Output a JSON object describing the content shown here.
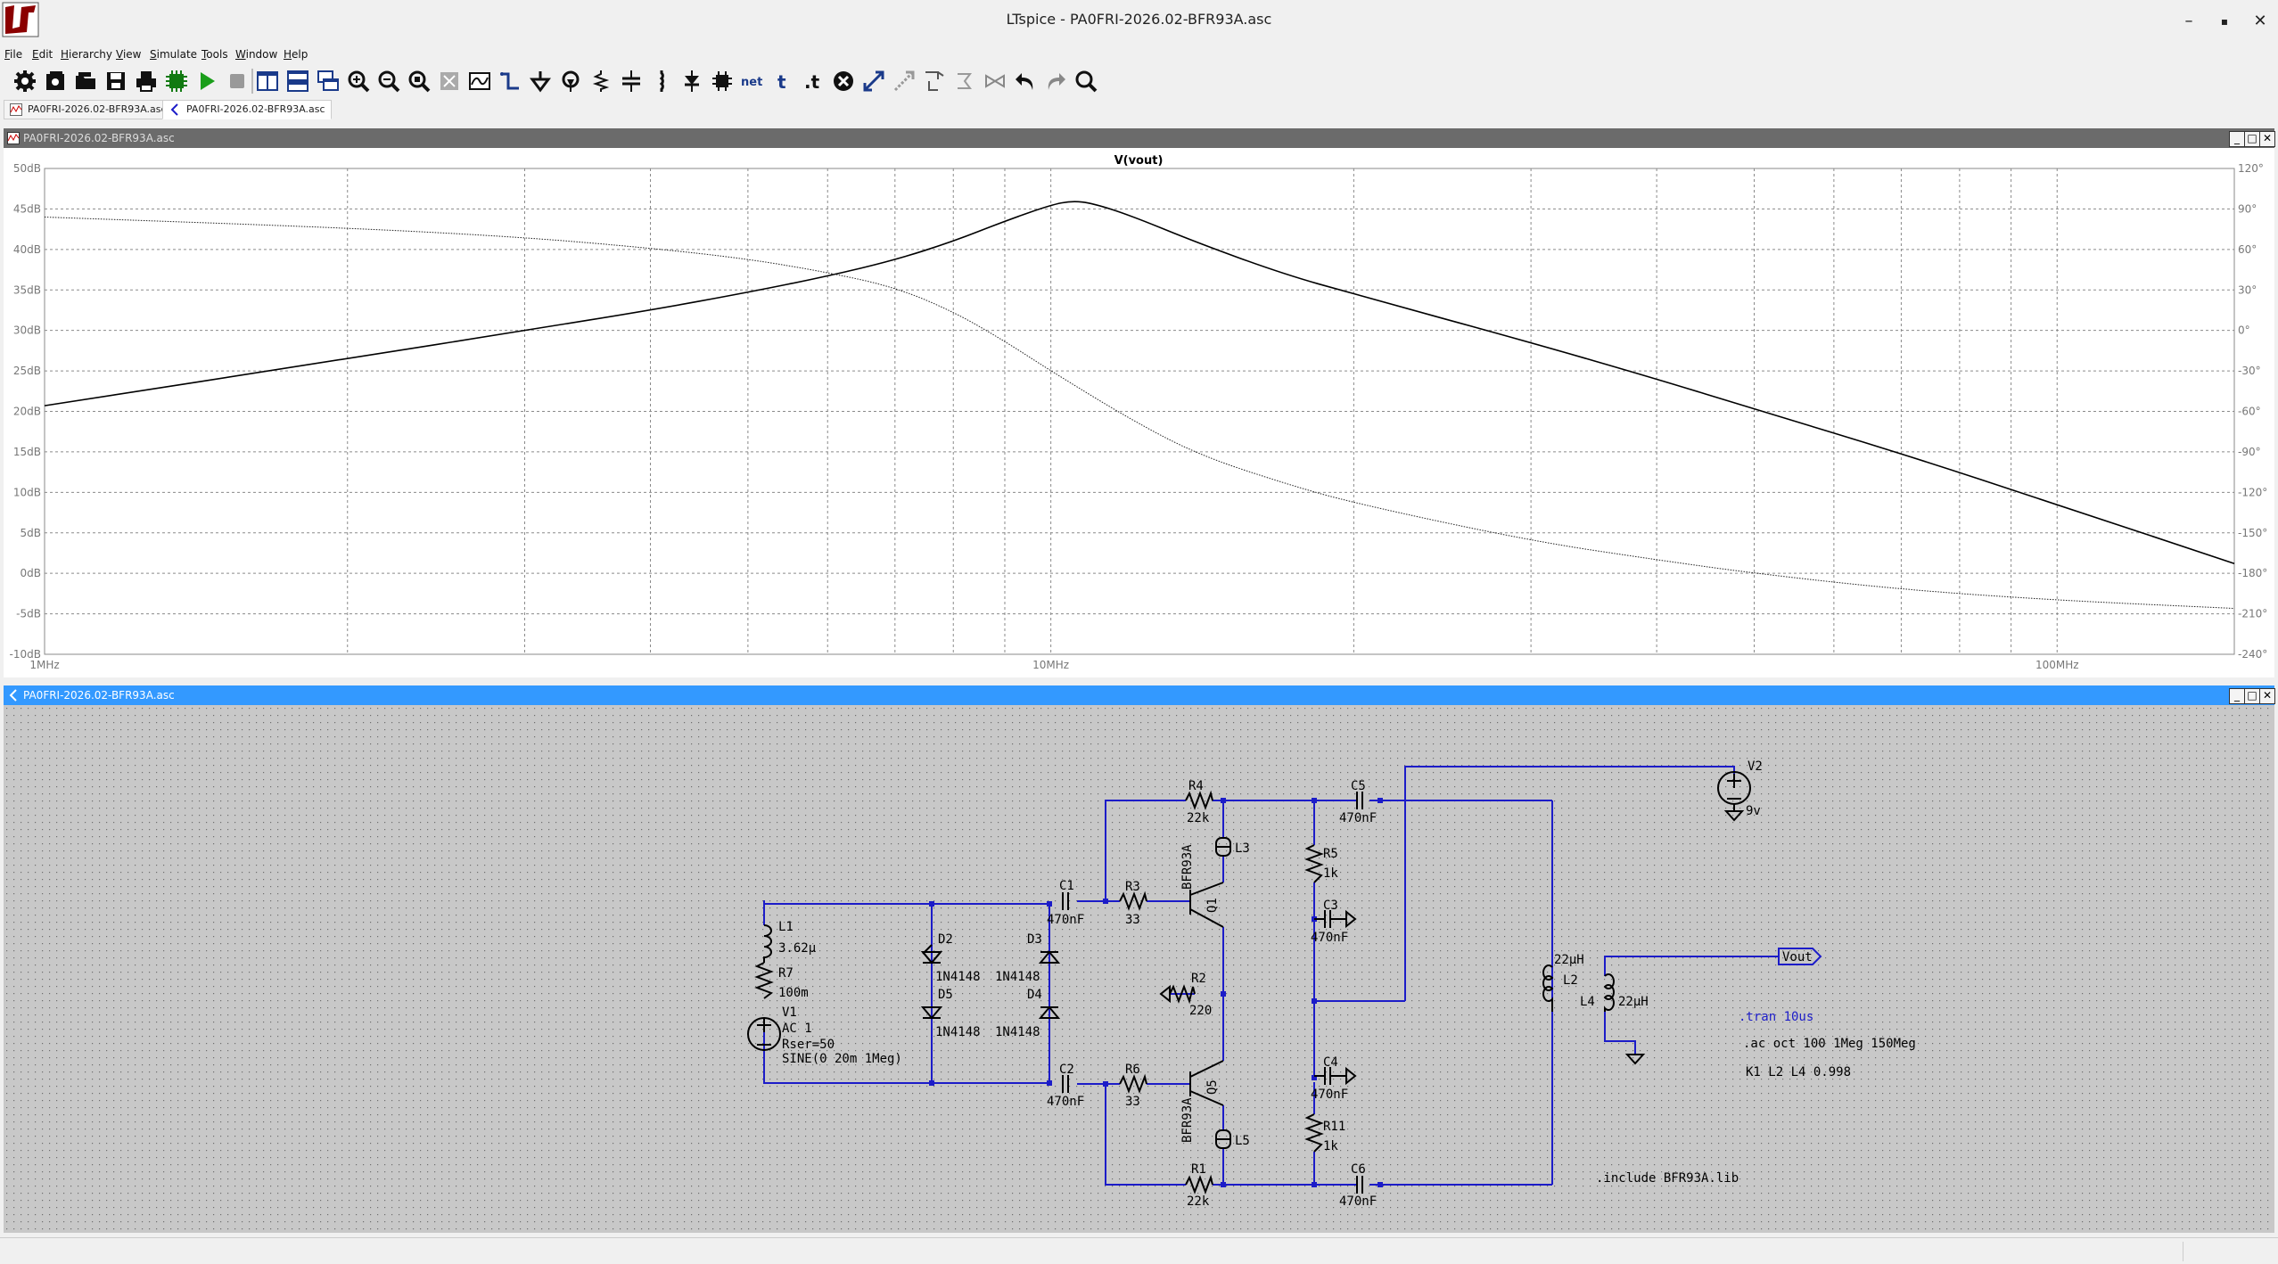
{
  "window": {
    "title": "LTspice - PA0FRI-2026.02-BFR93A.asc",
    "minimize": "–",
    "maximize": "▪",
    "close": "✕"
  },
  "menu": [
    "File",
    "Edit",
    "Hierarchy",
    "View",
    "Simulate",
    "Tools",
    "Window",
    "Help"
  ],
  "toolbar_icons": [
    "control-panel",
    "new-schematic",
    "open",
    "save",
    "print",
    "print-preview",
    "run",
    "halt",
    "tile-vertical",
    "tile-horizontal",
    "cascade",
    "zoom-in",
    "zoom-out",
    "zoom-fit",
    "zoom-full",
    "autoscale",
    "wire",
    "ground",
    "label-net",
    "resistor",
    "capacitor",
    "inductor",
    "diode",
    "component",
    "net",
    "text",
    "spice-directive",
    "delete",
    "duplicate",
    "move",
    "drag",
    "mirror",
    "undo",
    "redo",
    "find"
  ],
  "tabs": [
    {
      "label": "PA0FRI-2026.02-BFR93A.asc",
      "kind": "waveform"
    },
    {
      "label": "PA0FRI-2026.02-BFR93A.asc",
      "kind": "schematic"
    }
  ],
  "waveform_panel": {
    "title": "PA0FRI-2026.02-BFR93A.asc",
    "trace_label": "V(vout)"
  },
  "schematic_panel": {
    "title": "PA0FRI-2026.02-BFR93A.asc"
  },
  "chart_data": {
    "type": "line",
    "title": "V(vout)",
    "x_scale": "log",
    "x_range_hz": [
      1000000,
      150000000
    ],
    "x_tick_labels": [
      "1MHz",
      "10MHz",
      "100MHz"
    ],
    "x_ticks_hz": [
      1000000,
      10000000,
      100000000
    ],
    "y_left_range_db": [
      -10,
      50
    ],
    "y_left_tick_labels": [
      "50dB",
      "45dB",
      "40dB",
      "35dB",
      "30dB",
      "25dB",
      "20dB",
      "15dB",
      "10dB",
      "5dB",
      "0dB",
      "-5dB",
      "-10dB"
    ],
    "y_right_range_deg": [
      -240,
      120
    ],
    "y_right_tick_labels": [
      "120°",
      "90°",
      "60°",
      "30°",
      "0°",
      "-30°",
      "-60°",
      "-90°",
      "-120°",
      "-150°",
      "-180°",
      "-210°",
      "-240°"
    ],
    "grid": true,
    "series": [
      {
        "axis": "left",
        "style": "solid",
        "points_hz_db": [
          [
            1000000,
            20.7
          ],
          [
            2000000,
            26.5
          ],
          [
            3000000,
            30.0
          ],
          [
            4000000,
            32.5
          ],
          [
            5000000,
            34.7
          ],
          [
            6000000,
            36.7
          ],
          [
            7000000,
            38.7
          ],
          [
            8000000,
            41.0
          ],
          [
            9000000,
            43.5
          ],
          [
            10000000,
            45.5
          ],
          [
            10500000,
            46.0
          ],
          [
            11000000,
            45.7
          ],
          [
            12000000,
            44.2
          ],
          [
            14000000,
            40.8
          ],
          [
            17000000,
            37.0
          ],
          [
            20000000,
            34.5
          ],
          [
            30000000,
            28.5
          ],
          [
            40000000,
            24.0
          ],
          [
            50000000,
            20.3
          ],
          [
            70000000,
            14.8
          ],
          [
            100000000,
            8.5
          ],
          [
            150000000,
            1.2
          ]
        ]
      },
      {
        "axis": "right",
        "style": "dotted",
        "points_hz_deg": [
          [
            1000000,
            84
          ],
          [
            2000000,
            76
          ],
          [
            3000000,
            69
          ],
          [
            4000000,
            61
          ],
          [
            5000000,
            53
          ],
          [
            6000000,
            43
          ],
          [
            7000000,
            32
          ],
          [
            8000000,
            14
          ],
          [
            9000000,
            -8
          ],
          [
            10000000,
            -30
          ],
          [
            12000000,
            -66
          ],
          [
            14000000,
            -92
          ],
          [
            17000000,
            -113
          ],
          [
            20000000,
            -128
          ],
          [
            30000000,
            -156
          ],
          [
            40000000,
            -170
          ],
          [
            50000000,
            -180
          ],
          [
            70000000,
            -192
          ],
          [
            100000000,
            -200
          ],
          [
            150000000,
            -206
          ]
        ]
      }
    ]
  },
  "schematic": {
    "components": [
      {
        "ref": "R4",
        "value": "22k"
      },
      {
        "ref": "C5",
        "value": "470nF"
      },
      {
        "ref": "V2",
        "value": "9v"
      },
      {
        "ref": "L3",
        "value": ""
      },
      {
        "ref": "R5",
        "value": "1k"
      },
      {
        "ref": "C3",
        "value": "470nF"
      },
      {
        "ref": "Q1",
        "value": "BFR93A"
      },
      {
        "ref": "R3",
        "value": "33"
      },
      {
        "ref": "C1",
        "value": "470nF"
      },
      {
        "ref": "L1",
        "value": "3.62µ"
      },
      {
        "ref": "R7",
        "value": "100m"
      },
      {
        "ref": "V1",
        "value": "AC 1"
      },
      {
        "ref": "D2",
        "value": "1N4148"
      },
      {
        "ref": "D3",
        "value": "1N4148"
      },
      {
        "ref": "D5",
        "value": "1N4148"
      },
      {
        "ref": "D4",
        "value": "1N4148"
      },
      {
        "ref": "R2",
        "value": "220"
      },
      {
        "ref": "L2",
        "value": "22µH"
      },
      {
        "ref": "L4",
        "value": "22µH"
      },
      {
        "ref": "C2",
        "value": "470nF"
      },
      {
        "ref": "R6",
        "value": "33"
      },
      {
        "ref": "Q5",
        "value": "BFR93A"
      },
      {
        "ref": "C4",
        "value": "470nF"
      },
      {
        "ref": "R11",
        "value": "1k"
      },
      {
        "ref": "L5",
        "value": ""
      },
      {
        "ref": "R1",
        "value": "22k"
      },
      {
        "ref": "C6",
        "value": "470nF"
      }
    ],
    "v1_extra": [
      "Rser=50",
      "SINE(0 20m 1Meg)"
    ],
    "net_label": "Vout",
    "directives": {
      "tran": ".tran 10us",
      "ac": ".ac oct 100 1Meg 150Meg",
      "coupling": "K1 L2 L4 0.998",
      "include": ".include BFR93A.lib"
    }
  },
  "colors": {
    "panel_inactive": "#6b6b6b",
    "panel_active": "#3399ff",
    "wire": "#1c1cc8",
    "schematic_bg": "#c8c8c8",
    "grid": "#8a8a8a"
  }
}
